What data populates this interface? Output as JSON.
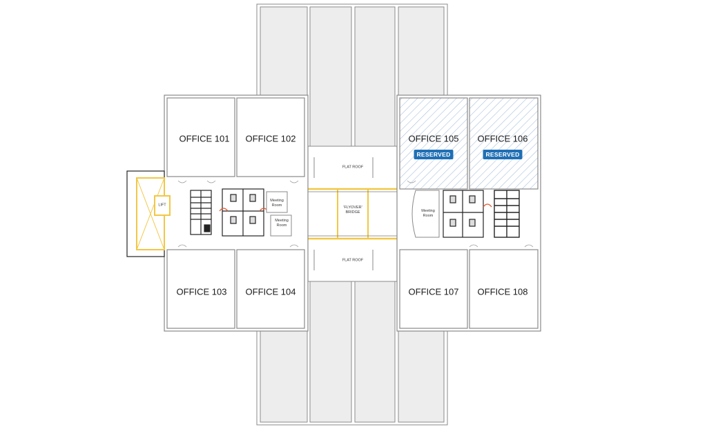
{
  "rooms": {
    "office_101": "OFFICE 101",
    "office_102": "OFFICE 102",
    "office_103": "OFFICE 103",
    "office_104": "OFFICE 104",
    "office_105": "OFFICE 105",
    "office_106": "OFFICE 106",
    "office_107": "OFFICE 107",
    "office_108": "OFFICE 108"
  },
  "status": {
    "office_105": "RESERVED",
    "office_106": "RESERVED"
  },
  "labels": {
    "flat_roof_top": "FLAT ROOF",
    "flat_roof_bottom": "FLAT ROOF",
    "bridge_line1": "'FLYOVER'",
    "bridge_line2": "BRIDGE",
    "meeting_room_left_a_1": "Meeting",
    "meeting_room_left_a_2": "Room",
    "meeting_room_left_b_1": "Meeting",
    "meeting_room_left_b_2": "Room",
    "meeting_room_right_1": "Meeting",
    "meeting_room_right_2": "Room",
    "lift": "LIFT"
  },
  "colors": {
    "wall": "#888888",
    "wall_dark": "#222222",
    "bridge_highlight": "#f2c744",
    "reserved_hatch": "#9fb8d8",
    "reserved_badge": "#1f6fb5",
    "door": "#e4572e"
  }
}
